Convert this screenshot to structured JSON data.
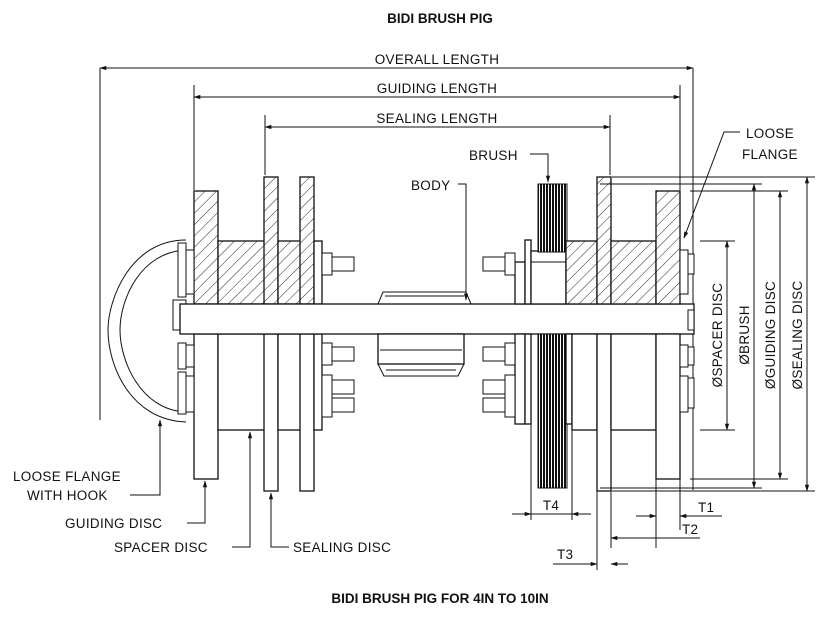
{
  "title": "BIDI BRUSH PIG",
  "caption": "BIDI BRUSH PIG FOR 4IN TO 10IN",
  "dimensions": {
    "overall_length": "OVERALL LENGTH",
    "guiding_length": "GUIDING LENGTH",
    "sealing_length": "SEALING LENGTH",
    "t1": "T1",
    "t2": "T2",
    "t3": "T3",
    "t4": "T4",
    "spacer_disc_dia": "SPACER DISC",
    "brush_dia": "BRUSH",
    "guiding_disc_dia": "GUIDING DISC",
    "sealing_disc_dia": "SEALING DISC",
    "diameter_symbol": "Ø"
  },
  "callouts": {
    "brush": "BRUSH",
    "body": "BODY",
    "loose_flange_1": "LOOSE",
    "loose_flange_2": "FLANGE",
    "loose_flange_hook_1": "LOOSE FLANGE",
    "loose_flange_hook_2": "WITH HOOK",
    "guiding_disc": "GUIDING DISC",
    "spacer_disc": "SPACER DISC",
    "sealing_disc": "SEALING DISC"
  }
}
